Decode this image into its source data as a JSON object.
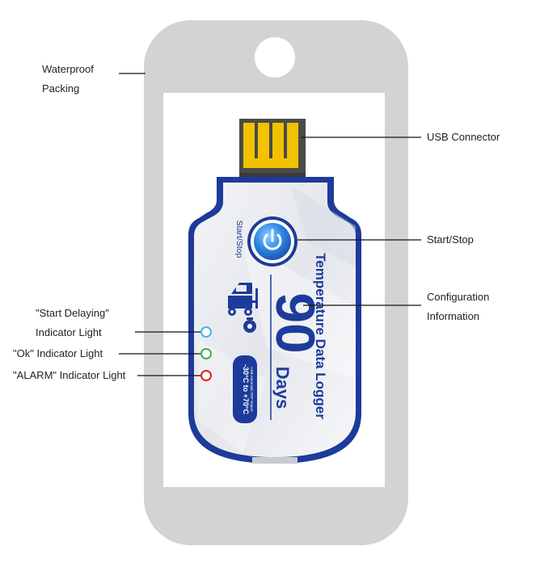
{
  "device": {
    "start_stop_label": "Start/Stop",
    "title": "Temperature Data Logger",
    "duration_number": "90",
    "duration_unit": "Days",
    "temp_range": "-30°C to +70°C",
    "temp_range_sub": "USB Automatic PDF Report"
  },
  "callouts": {
    "waterproof": "Waterproof Packing",
    "usb_connector": "USB Connector",
    "start_stop": "Start/Stop",
    "configuration": "Configuration Information",
    "start_delaying": "\"Start Delaying\" Indicator Light",
    "ok": "\"Ok\" Indicator Light",
    "alarm": "\"ALARM\" Indicator Light"
  },
  "colors": {
    "packing_gray": "#d3d3d3",
    "logger_blue": "#1d3b9a",
    "usb_gold": "#f2c200",
    "start_delay_light": "#43b6e8",
    "ok_light": "#3fae49",
    "alarm_light": "#e02020"
  }
}
